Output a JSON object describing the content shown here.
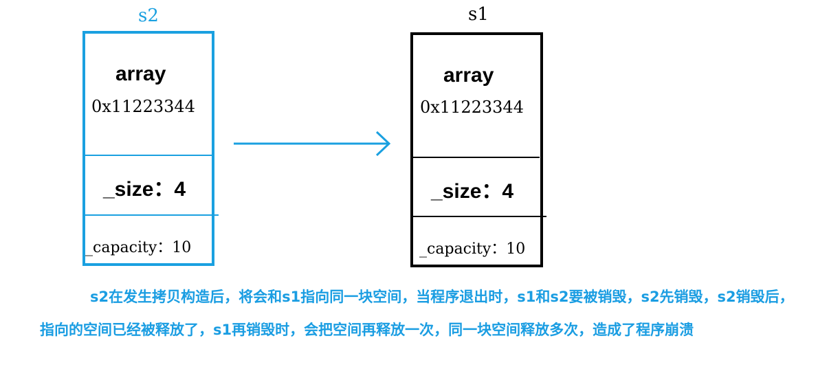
{
  "objects": {
    "s2": {
      "label": "s2",
      "array_label": "array",
      "array_value": "0x11223344",
      "size_text": "_size：4",
      "capacity_text": "_capacity：10"
    },
    "s1": {
      "label": "s1",
      "array_label": "array",
      "array_value": "0x11223344",
      "size_text": "_size：4",
      "capacity_text": "_capacity：10"
    }
  },
  "explanation": "s2在发生拷贝构造后，将会和s1指向同一块空间，当程序退出时，s1和s2要被销毁，s2先销毁，s2销毁后，指向的空间已经被释放了，s1再销毁时，会把空间再释放一次，同一块空间释放多次，造成了程序崩溃",
  "colors": {
    "s2_accent": "#1aa0e0",
    "s1_border": "#000000",
    "explanation_text": "#1a9de2"
  }
}
